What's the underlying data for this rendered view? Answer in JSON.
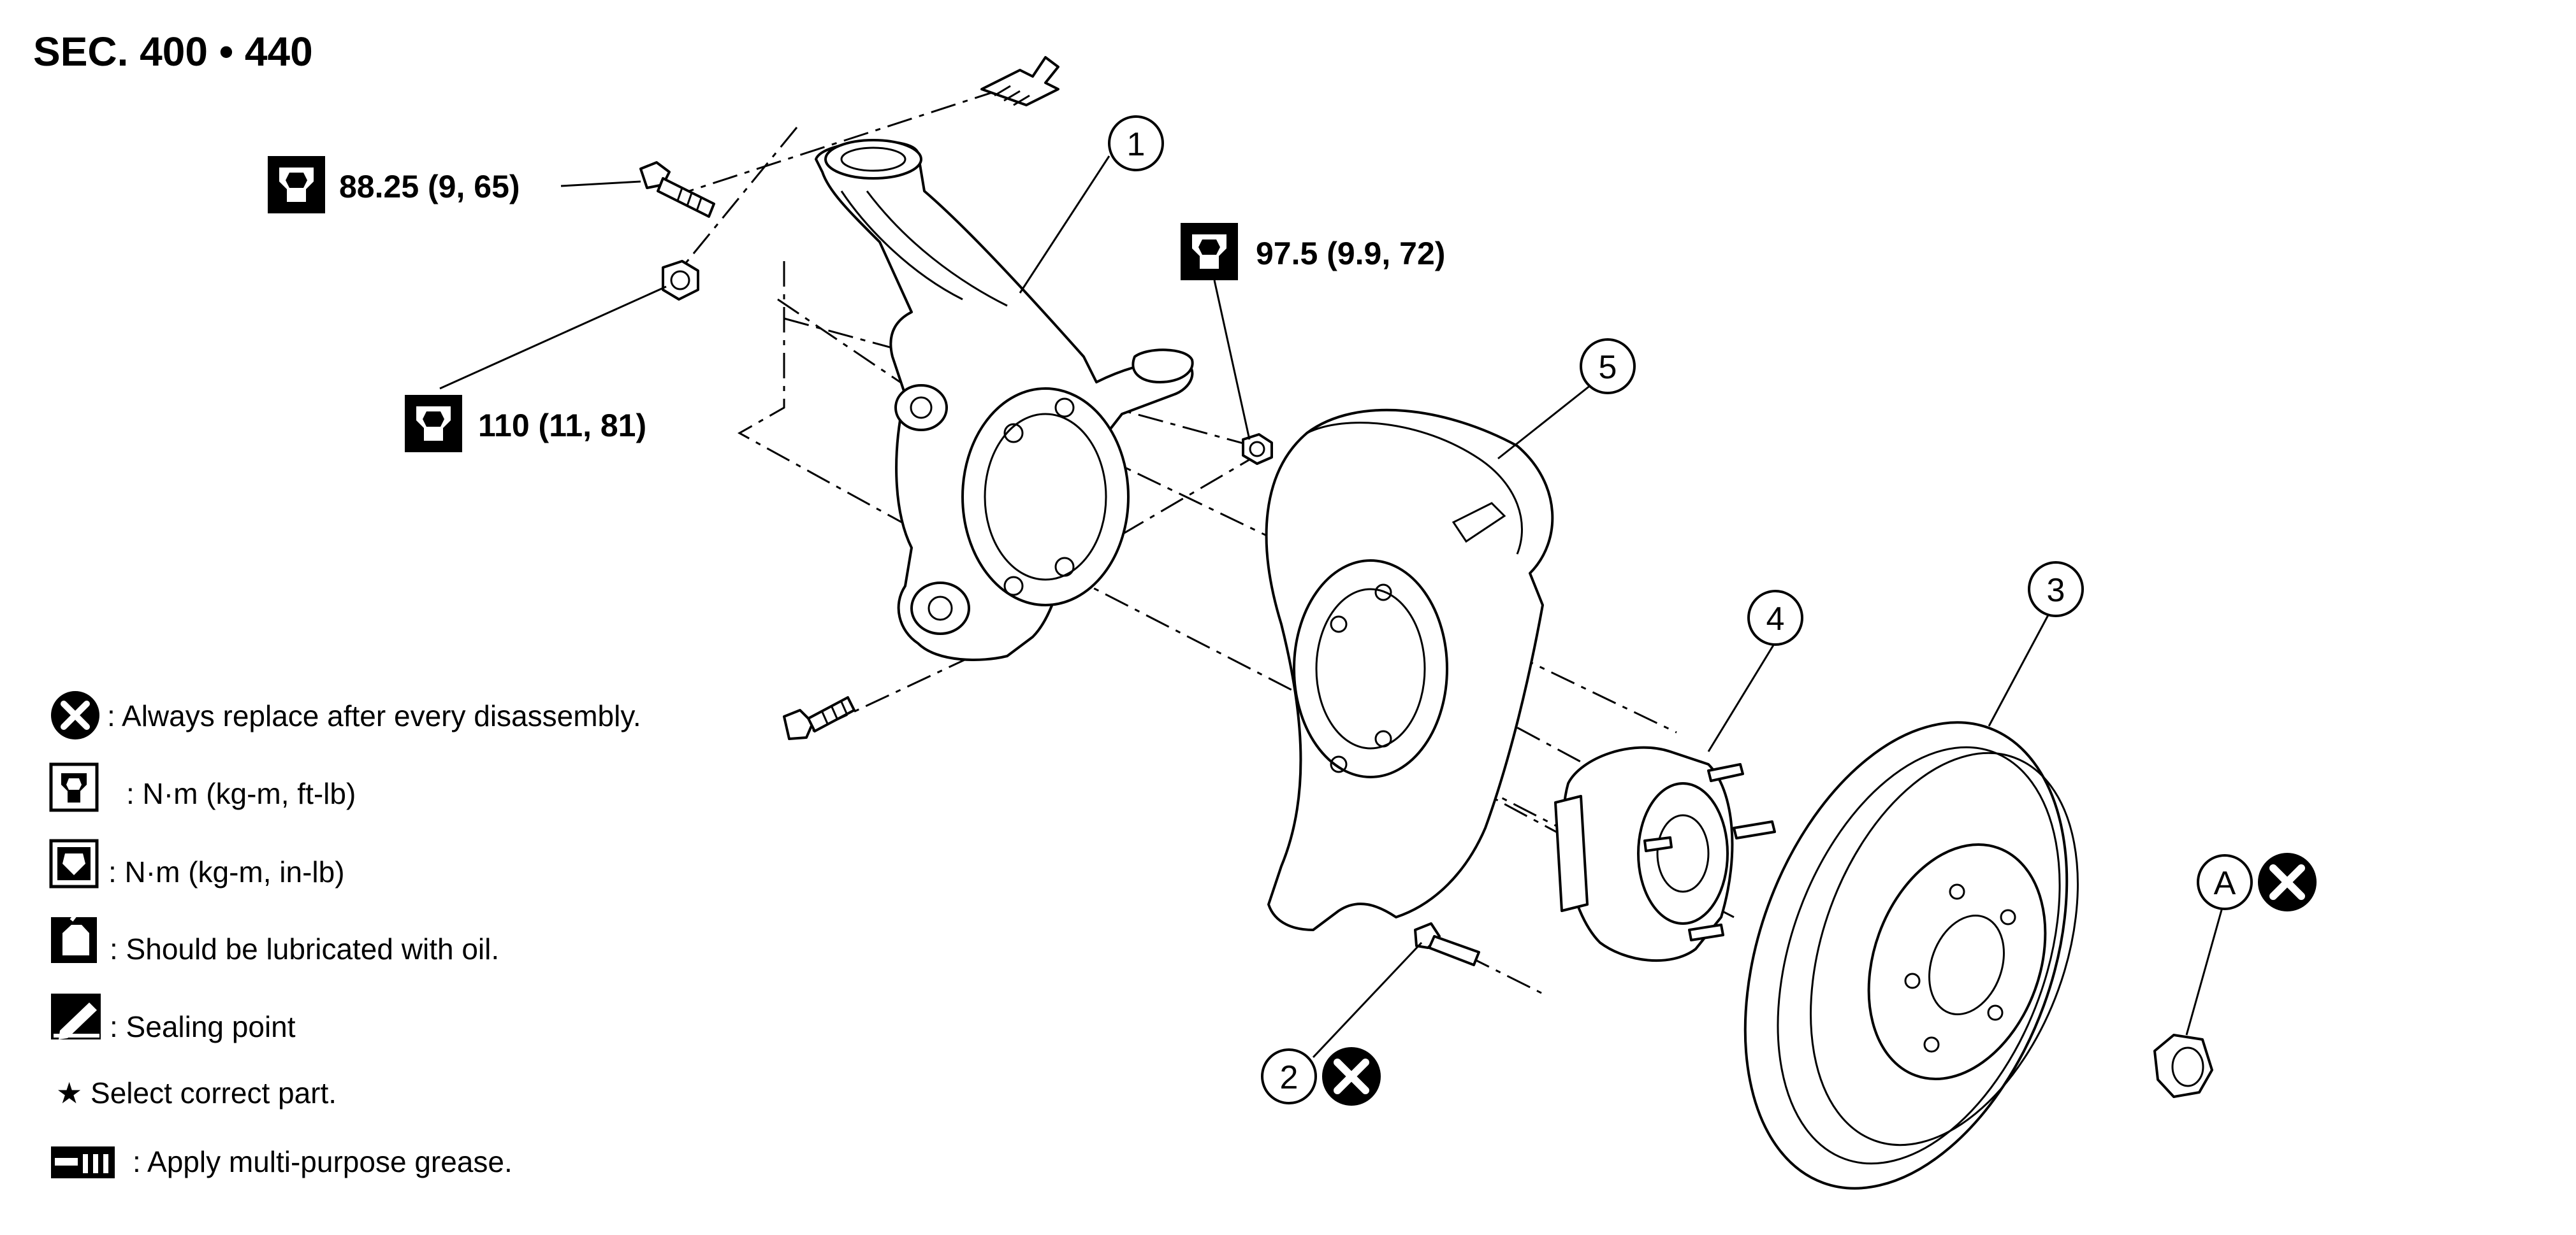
{
  "section_title": "SEC. 400 • 440",
  "torque": {
    "upper_bolt": "88.25 (9, 65)",
    "lower_nut": "110 (11, 81)",
    "strut_nut": "97.5 (9.9, 72)"
  },
  "callouts": {
    "steering_knuckle": "1",
    "hub_bolt": "2",
    "disc_rotor": "3",
    "hub_bearing": "4",
    "splash_guard": "5",
    "nut_a": "A"
  },
  "legend": [
    {
      "icon": "replace-icon",
      "text": ": Always replace after every disassembly."
    },
    {
      "icon": "torque-wrench-icon",
      "text": ": N·m (kg-m, ft-lb)"
    },
    {
      "icon": "torque-wrench-filled-icon",
      "text": ": N·m (kg-m, in-lb)"
    },
    {
      "icon": "oil-can-icon",
      "text": ": Should be lubricated with oil."
    },
    {
      "icon": "sealing-icon",
      "text": ": Sealing point"
    },
    {
      "icon": "star-icon",
      "text": "★ Select correct part."
    },
    {
      "icon": "grease-icon",
      "text": ": Apply multi-purpose grease."
    }
  ]
}
